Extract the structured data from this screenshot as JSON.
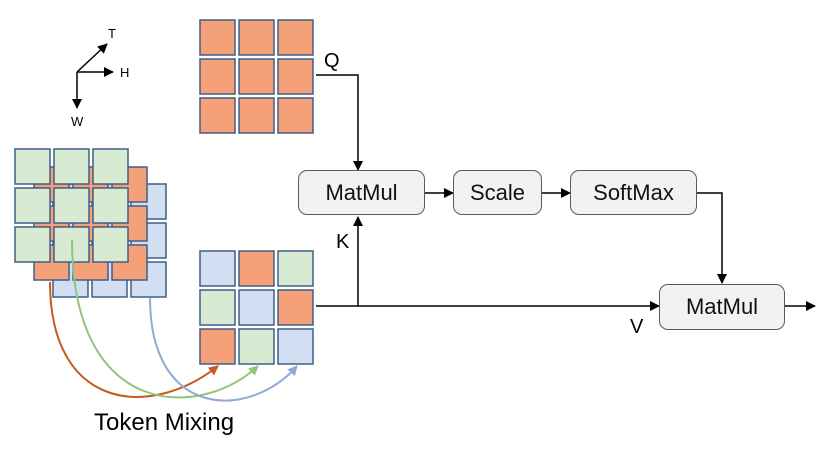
{
  "colors": {
    "orange": "#f4a179",
    "green": "#d9ead3",
    "blue": "#d2dff3",
    "cell_border_orange": "#3e5f85",
    "cell_border_green": "#3e5f85",
    "cell_border_blue": "#3e5f85",
    "arrow": "#000000",
    "curve_orange": "#c45a1c",
    "curve_green": "#93c47d",
    "curve_blue": "#8fa9d8"
  },
  "axes": {
    "t": "T",
    "h": "H",
    "w": "W"
  },
  "labels": {
    "q": "Q",
    "k": "K",
    "v": "V",
    "token_mixing": "Token Mixing"
  },
  "boxes": {
    "matmul1": "MatMul",
    "scale": "Scale",
    "softmax": "SoftMax",
    "matmul2": "MatMul"
  },
  "q_grid": [
    [
      "orange",
      "orange",
      "orange"
    ],
    [
      "orange",
      "orange",
      "orange"
    ],
    [
      "orange",
      "orange",
      "orange"
    ]
  ],
  "kv_grid": [
    [
      "blue",
      "orange",
      "green"
    ],
    [
      "green",
      "blue",
      "orange"
    ],
    [
      "orange",
      "green",
      "blue"
    ]
  ],
  "stack_layers": [
    "blue",
    "orange",
    "green"
  ]
}
